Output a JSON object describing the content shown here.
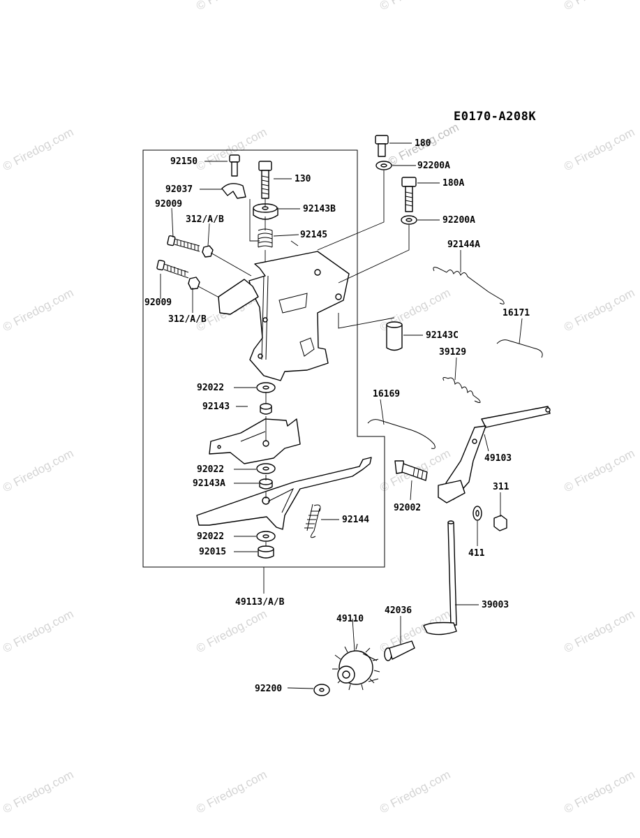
{
  "diagram_code": "E0170-A208K",
  "watermark": "© Firedog.com",
  "labels": {
    "p92150": "92150",
    "p130": "130",
    "p92037": "92037",
    "p92009a": "92009",
    "p312a": "312/A/B",
    "p92143B": "92143B",
    "p92145": "92145",
    "p92009b": "92009",
    "p312b": "312/A/B",
    "p180": "180",
    "p92200Aa": "92200A",
    "p180A": "180A",
    "p92200Ab": "92200A",
    "p92144A": "92144A",
    "p16171": "16171",
    "p92143C": "92143C",
    "p39129": "39129",
    "p92022a": "92022",
    "p92143": "92143",
    "p16169": "16169",
    "p49103": "49103",
    "p92022b": "92022",
    "p92143A": "92143A",
    "p92002": "92002",
    "p311": "311",
    "p92144": "92144",
    "p92022c": "92022",
    "p92015": "92015",
    "p411": "411",
    "p49113": "49113/A/B",
    "p39003": "39003",
    "p42036": "42036",
    "p49110": "49110",
    "p92200": "92200"
  }
}
